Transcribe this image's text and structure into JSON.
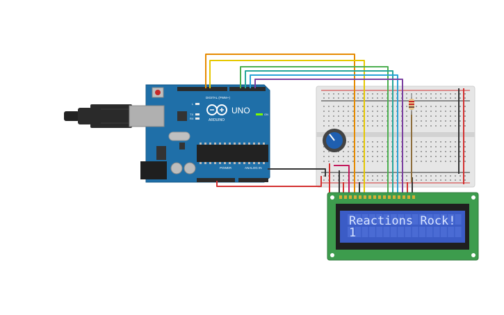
{
  "arduino": {
    "brand": "ARDUINO",
    "model": "UNO",
    "digital_label": "DIGITAL (PWM~)",
    "power_label": "POWER",
    "analog_label": "ANALOG IN",
    "led_l": "L",
    "led_tx": "TX",
    "led_rx": "RX",
    "on_label": "ON"
  },
  "lcd": {
    "line1": "Reactions Rock!",
    "line2": "1"
  },
  "colors": {
    "arduino_board": "#1f6fa8",
    "breadboard": "#e6e6e6",
    "lcd_pcb": "#3d9c4d",
    "lcd_screen": "#3b5cc6",
    "lcd_text": "#d8e4ff",
    "wire_orange": "#e68a00",
    "wire_yellow": "#e6c800",
    "wire_green": "#4caf50",
    "wire_teal": "#26a69a",
    "wire_blue": "#29a3d8",
    "wire_purple": "#7b3fa0",
    "wire_red": "#d32f2f",
    "wire_black": "#333333",
    "wire_brown": "#8d6e3c",
    "wire_pink": "#c2185b"
  },
  "icons": {
    "usb": "usb-plug-icon",
    "potentiometer": "potentiometer-icon",
    "resistor": "resistor-icon",
    "reset": "reset-button-icon"
  }
}
